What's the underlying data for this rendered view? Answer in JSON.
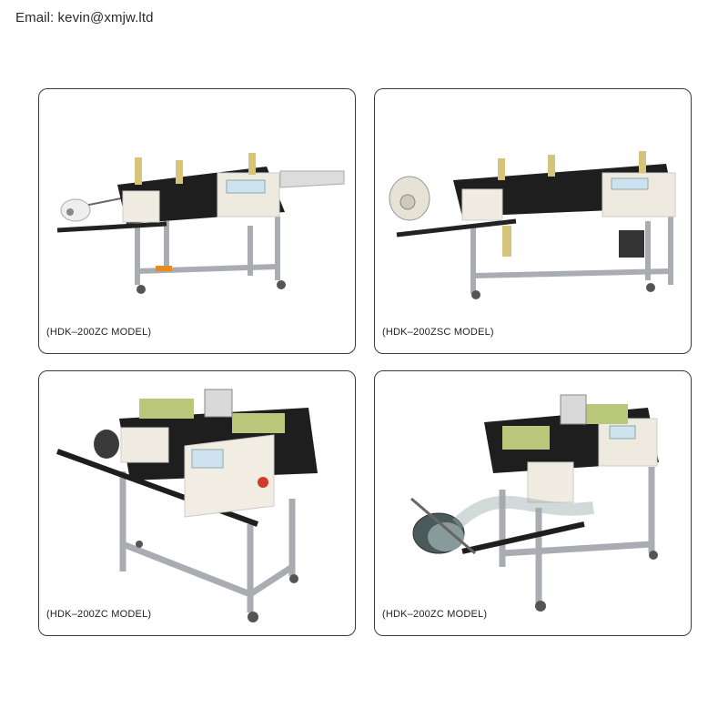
{
  "header": {
    "email": "Email: kevin@xmjw.ltd"
  },
  "panels": [
    {
      "caption": "(HDK–200ZC MODEL)"
    },
    {
      "caption": "(HDK–200ZSC MODEL)"
    },
    {
      "caption": "(HDK–200ZC MODEL)"
    },
    {
      "caption": "(HDK–200ZC MODEL)"
    }
  ]
}
